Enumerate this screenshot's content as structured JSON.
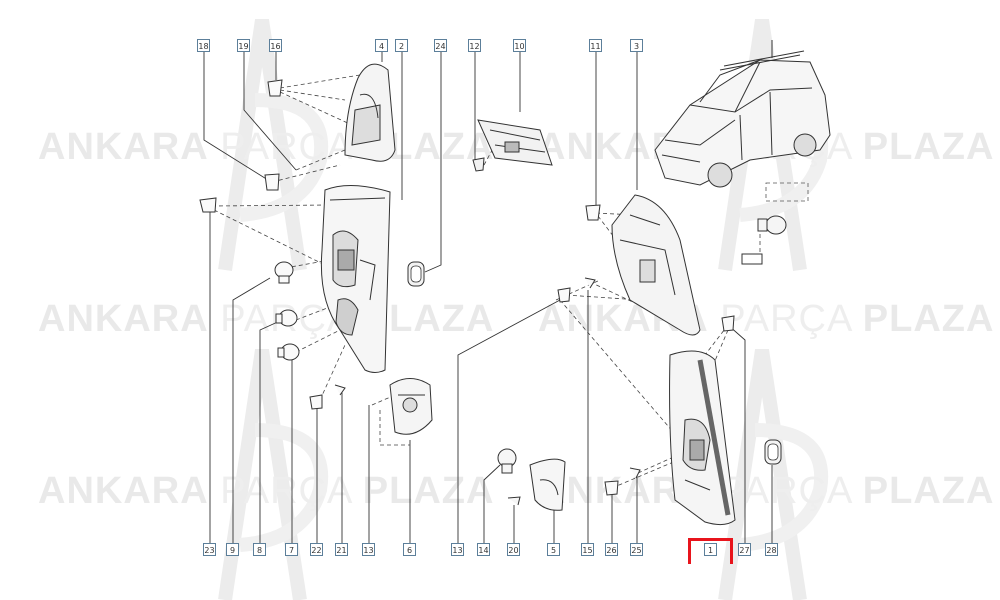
{
  "watermark": {
    "word1": "ANKARA",
    "word2": "PARÇA",
    "word3": "PLAZA",
    "logo_letters": "AP"
  },
  "callouts_top": [
    "18",
    "19",
    "16",
    "4",
    "2",
    "24",
    "12",
    "10",
    "11",
    "3"
  ],
  "callouts_bottom": [
    "23",
    "9",
    "8",
    "7",
    "22",
    "21",
    "13",
    "6",
    "13",
    "14",
    "20",
    "5",
    "15",
    "26",
    "25",
    "1",
    "27",
    "28"
  ],
  "highlight": {
    "color": "#e8141c",
    "label": "1"
  }
}
